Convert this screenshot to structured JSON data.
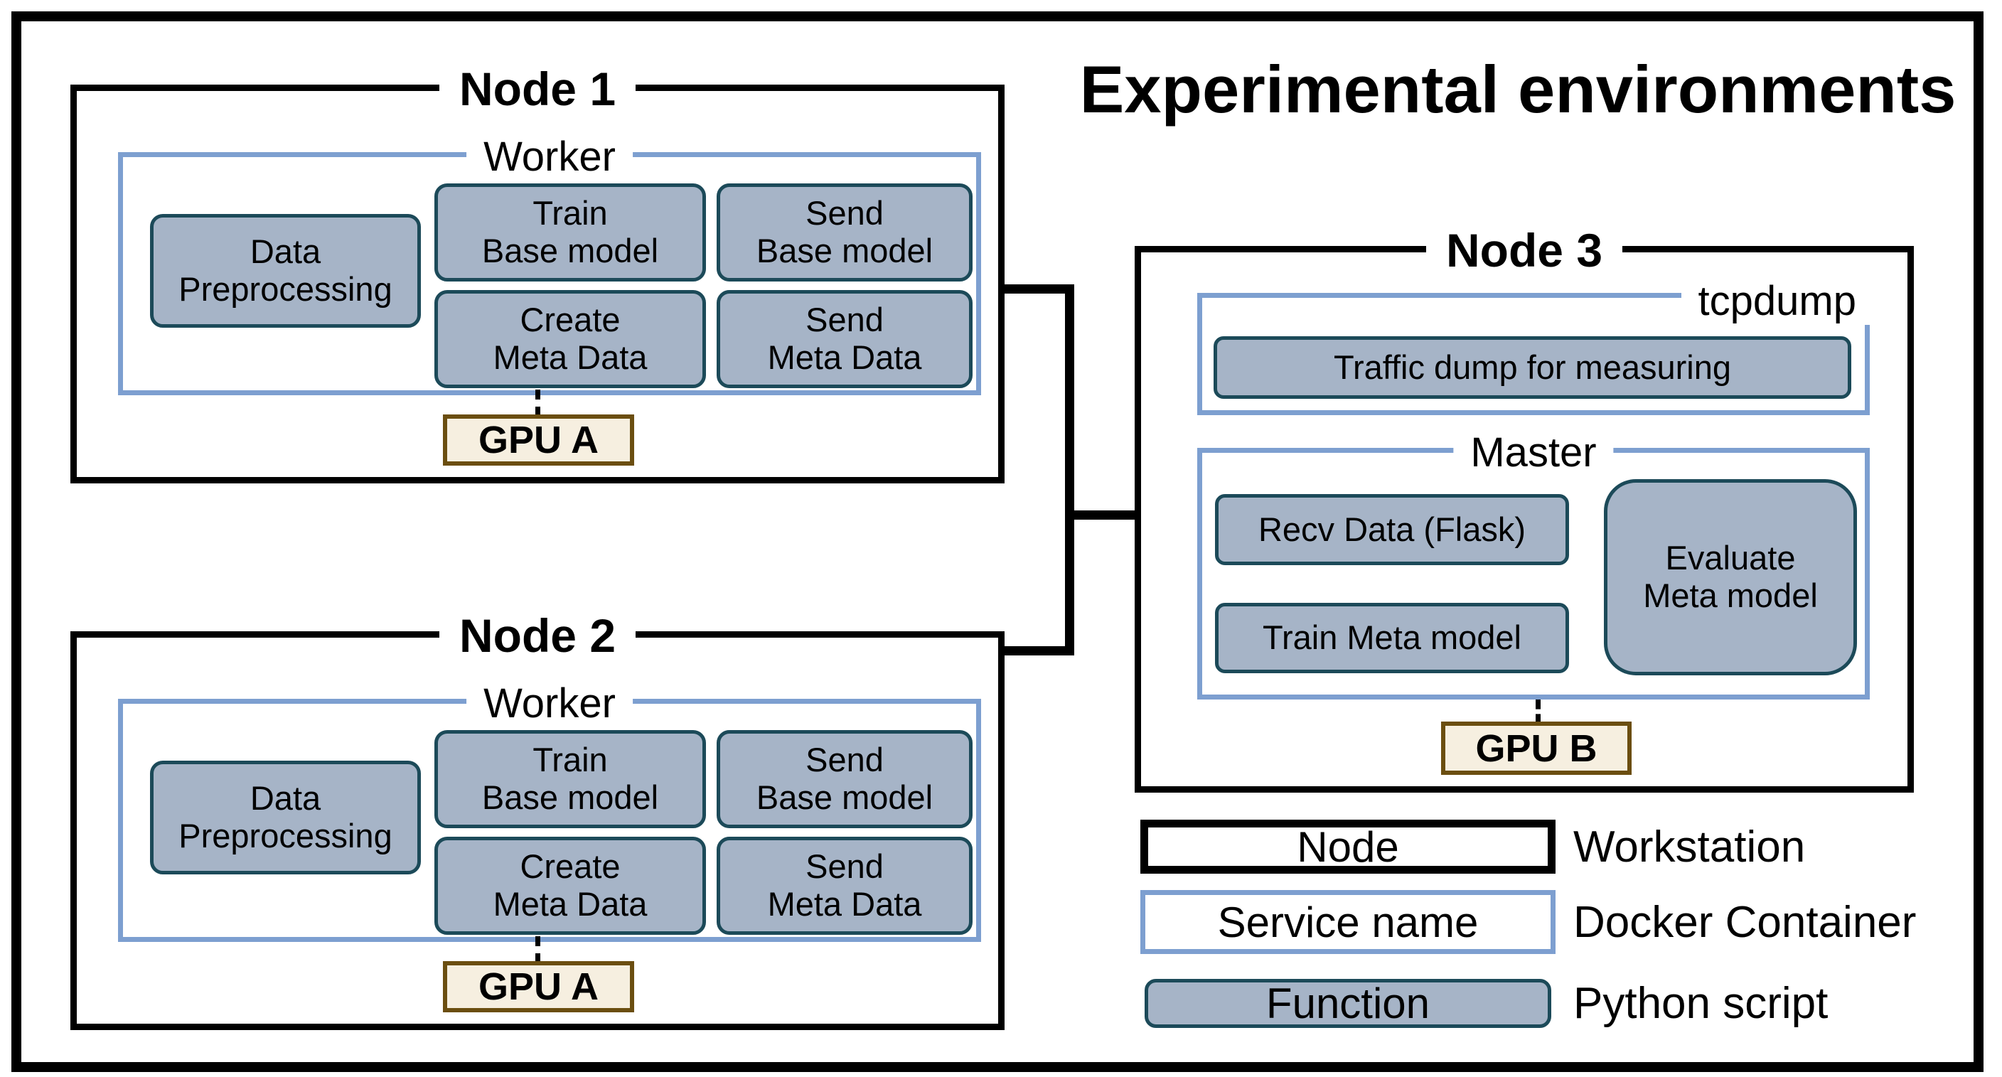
{
  "title": "Experimental environments",
  "colors": {
    "function_fill": "#a6b4c7",
    "function_border": "#1c4a59",
    "service_border": "#7d9fd0",
    "gpu_fill": "#f6efe0",
    "gpu_border": "#6b4e10",
    "line": "#000000",
    "text": "#000000",
    "background": "#ffffff"
  },
  "nodes": {
    "node1": {
      "title": "Node 1",
      "service": {
        "label": "Worker",
        "functions": {
          "preprocessing": "Data\nPreprocessing",
          "train_base": "Train\nBase model",
          "send_base": "Send\nBase model",
          "create_meta": "Create\nMeta Data",
          "send_meta": "Send\nMeta Data"
        }
      },
      "gpu": "GPU A"
    },
    "node2": {
      "title": "Node 2",
      "service": {
        "label": "Worker",
        "functions": {
          "preprocessing": "Data\nPreprocessing",
          "train_base": "Train\nBase model",
          "send_base": "Send\nBase model",
          "create_meta": "Create\nMeta Data",
          "send_meta": "Send\nMeta Data"
        }
      },
      "gpu": "GPU A"
    },
    "node3": {
      "title": "Node 3",
      "tcpdump_service": {
        "label": "tcpdump",
        "functions": {
          "traffic_dump": "Traffic dump for measuring"
        }
      },
      "master_service": {
        "label": "Master",
        "functions": {
          "recv_data": "Recv Data (Flask)",
          "train_meta": "Train Meta model",
          "evaluate_meta": "Evaluate\nMeta model"
        }
      },
      "gpu": "GPU B"
    }
  },
  "legend": {
    "items": [
      {
        "box_label": "Node",
        "description": "Workstation"
      },
      {
        "box_label": "Service name",
        "description": "Docker Container"
      },
      {
        "box_label": "Function",
        "description": "Python script"
      }
    ]
  }
}
